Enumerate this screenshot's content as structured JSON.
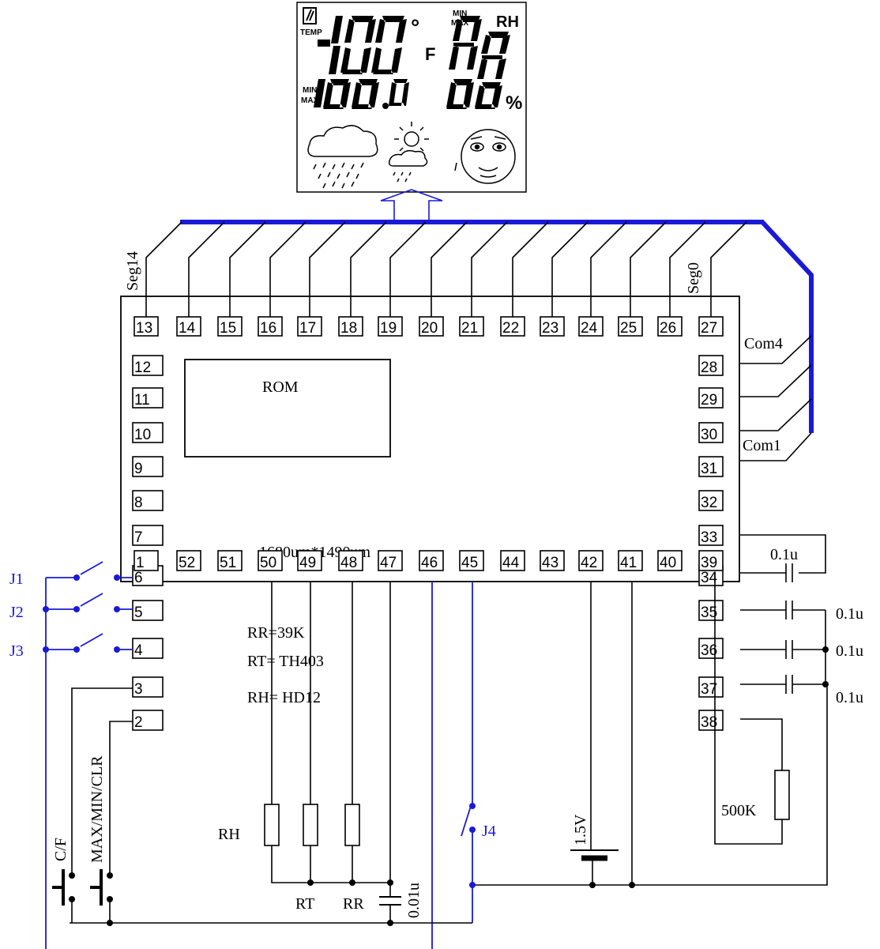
{
  "top_pins": [
    "13",
    "14",
    "15",
    "16",
    "17",
    "18",
    "19",
    "20",
    "21",
    "22",
    "23",
    "24",
    "25",
    "26",
    "27"
  ],
  "left_pins": [
    "12",
    "11",
    "10",
    "9",
    "8",
    "7",
    "6",
    "5",
    "4",
    "3",
    "2"
  ],
  "right_pins": [
    "28",
    "29",
    "30",
    "31",
    "32",
    "33",
    "34",
    "35",
    "36",
    "37",
    "38"
  ],
  "bottom_pins": [
    "1",
    "52",
    "51",
    "50",
    "49",
    "48",
    "47",
    "46",
    "45",
    "44",
    "43",
    "42",
    "41",
    "40",
    "39"
  ],
  "chip": {
    "rom_label": "ROM",
    "size_label": "1680um*1490um",
    "rr": "RR=39K",
    "rt": "RT= TH403",
    "rh": "RH= HD12"
  },
  "bus": {
    "seg_left": "Seg14",
    "seg_right": "Seg0",
    "com4": "Com4",
    "com1": "Com1"
  },
  "switches": {
    "j1": "J1",
    "j2": "J2",
    "j3": "J3",
    "j4": "J4"
  },
  "buttons": {
    "cf": "C/F",
    "maxminclr": "MAX/MIN/CLR"
  },
  "components": {
    "cap_33_34": "0.1u",
    "cap_35": "0.1u",
    "cap_36": "0.1u",
    "cap_37": "0.1u",
    "resistor_38_39": "500K",
    "battery": "1.5V",
    "sensor_rh": "RH",
    "sensor_rt": "RT",
    "sensor_rr": "RR",
    "cap_rr": "0.01u"
  },
  "lcd": {
    "temp_label": "TEMP",
    "min1": "MIN",
    "max1": "MAX",
    "min2": "MIN",
    "max2": "MAX",
    "rh_label": "RH",
    "deg": "°",
    "f_unit": "F",
    "percent": "%"
  },
  "colors": {
    "bus": "#1a1ad6",
    "wire": "#000000"
  }
}
